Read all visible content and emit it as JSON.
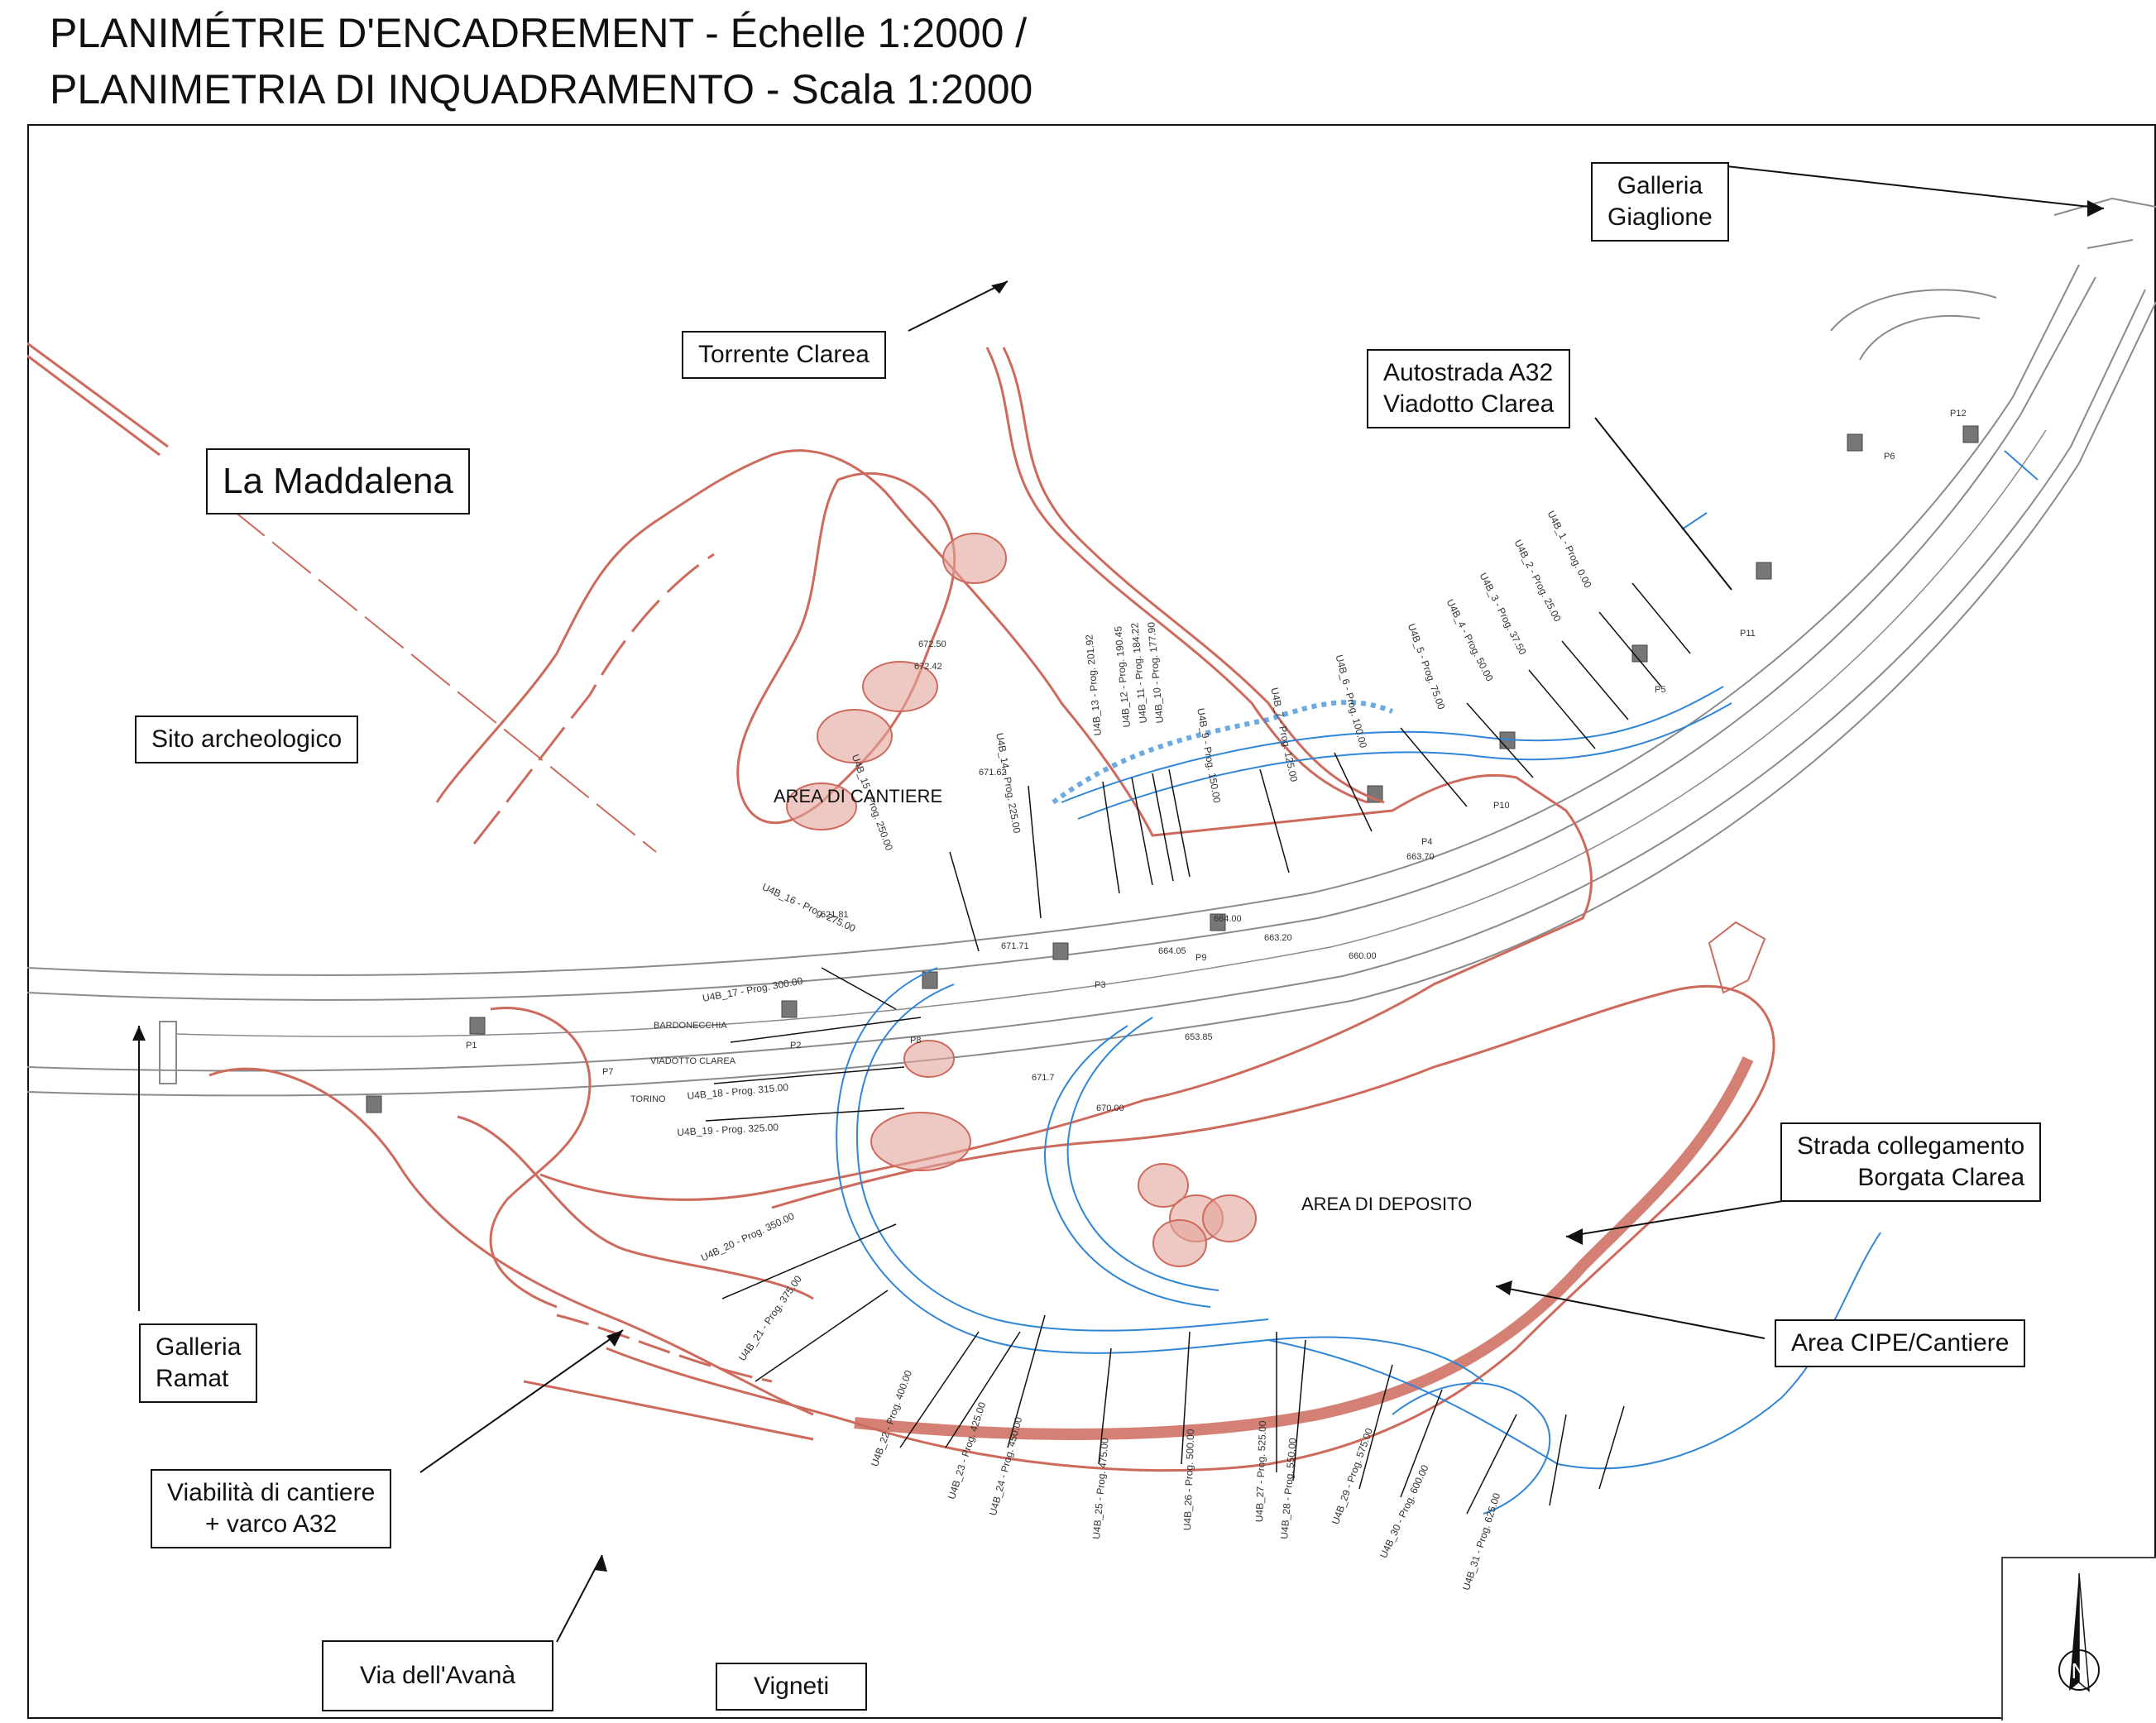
{
  "title": {
    "line1": "PLANIMÉTRIE D'ENCADREMENT - Échelle 1:2000 /",
    "line2": "PLANIMETRIA DI INQUADRAMENTO - Scala 1:2000"
  },
  "labels": {
    "galleria_giaglione": [
      "Galleria",
      "Giaglione"
    ],
    "torrente_clarea": "Torrente Clarea",
    "autostrada": [
      "Autostrada A32",
      "Viadotto Clarea"
    ],
    "la_maddalena": "La Maddalena",
    "sito_archeologico": "Sito archeologico",
    "area_di_cantiere": "AREA DI CANTIERE",
    "area_di_deposito": "AREA DI DEPOSITO",
    "strada_collegamento": [
      "Strada collegamento",
      "Borgata Clarea"
    ],
    "area_cipe": "Area CIPE/Cantiere",
    "galleria_ramat": [
      "Galleria",
      "Ramat"
    ],
    "viabilita": [
      "Viabilità di cantiere",
      "+ varco A32"
    ],
    "via_avana": "Via dell'Avanà",
    "vigneti": "Vigneti"
  },
  "road_signs": {
    "bardonecchia": "BARDONECCHIA",
    "viadotto_clarea": "VIADOTTO CLAREA",
    "torino": "TORINO"
  },
  "piers": [
    "P1",
    "P7",
    "P2",
    "P8",
    "P3",
    "P9",
    "P4",
    "P10",
    "P5",
    "P11",
    "P6",
    "P12"
  ],
  "elevations": [
    "672.50",
    "672.42",
    "671.62",
    "671.71",
    "671.7",
    "664.00",
    "664.05",
    "663.70",
    "663.20",
    "660.00",
    "653.85",
    "670.00",
    "621.81"
  ],
  "sections": [
    "U4B_1 - Prog. 0.00",
    "U4B_2 - Prog. 25.00",
    "U4B_3 - Prog. 37.50",
    "U4B_4 - Prog. 50.00",
    "U4B_5 - Prog. 75.00",
    "U4B_6 - Prog. 100.00",
    "U4B_7 - Prog. 125.00",
    "U4B_9 - Prog. 150.00",
    "U4B_10 - Prog. 177.90",
    "U4B_11 - Prog. 184.22",
    "U4B_12 - Prog. 190.45",
    "U4B_13 - Prog. 201.92",
    "U4B_14 - Prog. 225.00",
    "U4B_15 - Prog. 250.00",
    "U4B_16 - Prog. 275.00",
    "U4B_17 - Prog. 300.00",
    "U4B_18 - Prog. 315.00",
    "U4B_19 - Prog. 325.00",
    "U4B_20 - Prog. 350.00",
    "U4B_21 - Prog. 375.00",
    "U4B_22 - Prog. 400.00",
    "U4B_23 - Prog. 425.00",
    "U4B_24 - Prog. 450.00",
    "U4B_25 - Prog. 475.00",
    "U4B_26 - Prog. 500.00",
    "U4B_27 - Prog. 525.00",
    "U4B_28 - Prog. 550.00",
    "U4B_29 - Prog. 575.00",
    "U4B_30 - Prog. 600.00",
    "U4B_31 - Prog. 625.00"
  ],
  "compass_letter": "N",
  "colors": {
    "construction": "#cd6a5c",
    "construction_fill": "#e3a59b",
    "water_network": "#2f86d6",
    "existing": "#8a8a8a",
    "ink": "#111111"
  }
}
